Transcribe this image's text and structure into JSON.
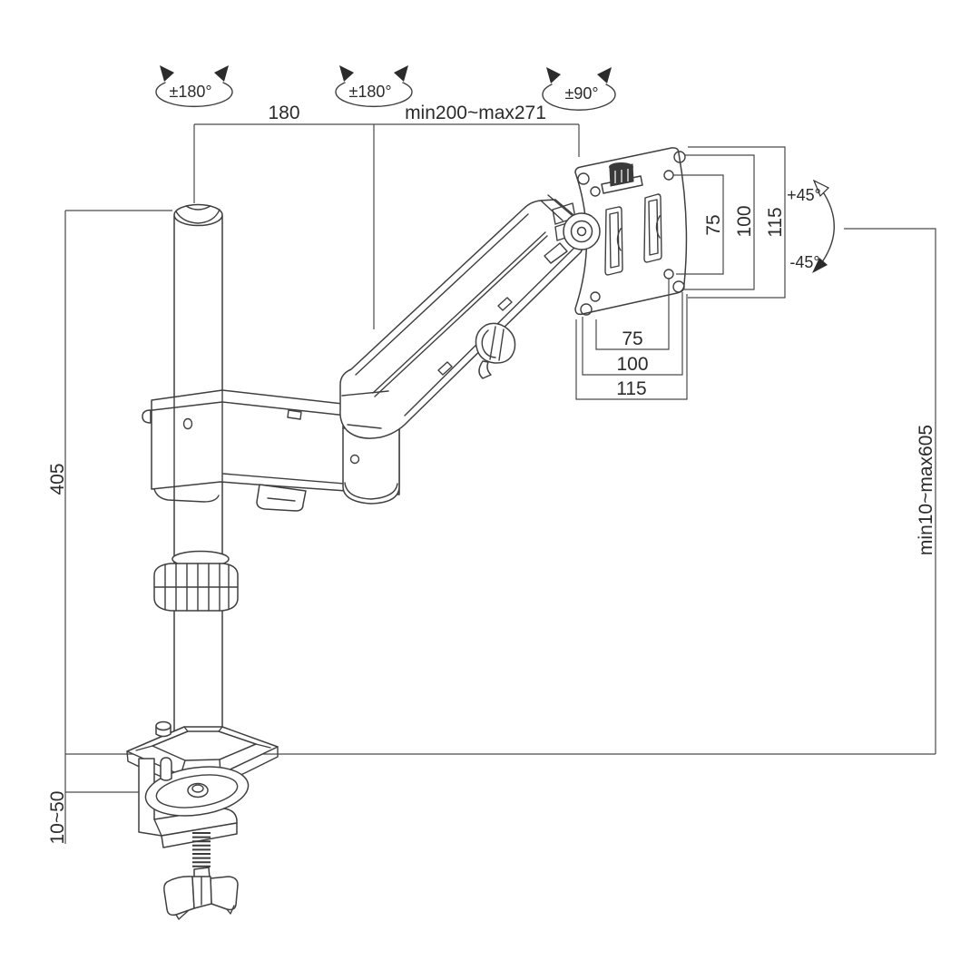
{
  "diagram": {
    "kind": "technical-line-drawing",
    "subject": "gas-spring single monitor desk mount arm with clamp base",
    "colors": {
      "background": "#ffffff",
      "line": "#3f3f3f",
      "text": "#2b2b2b"
    },
    "labels": {
      "top": {
        "pole_swivel": "±180°",
        "arm_swivel": "±180°",
        "head_swivel": "±90°",
        "pole_to_elbow": "180",
        "arm_extension": "min200~max271"
      },
      "vesa": {
        "vertical": [
          "75",
          "100",
          "115"
        ],
        "horizontal": [
          "75",
          "100",
          "115"
        ],
        "tilt_up": "+45°",
        "tilt_down": "-45°"
      },
      "left": {
        "pole_height": "405",
        "desk_thickness": "10~50"
      },
      "right": {
        "height_adjustment": "min10~max605"
      }
    },
    "parts": [
      "pole",
      "pole-cap",
      "pole-clamp",
      "horizontal-arm",
      "elbow-joint",
      "gas-spring-arm",
      "tension-knob",
      "tilt-hinge",
      "vesa-plate",
      "vesa-knob",
      "adjustment-collar",
      "desk-base",
      "c-clamp",
      "clamp-pad",
      "threaded-rod",
      "clamp-knob"
    ]
  }
}
